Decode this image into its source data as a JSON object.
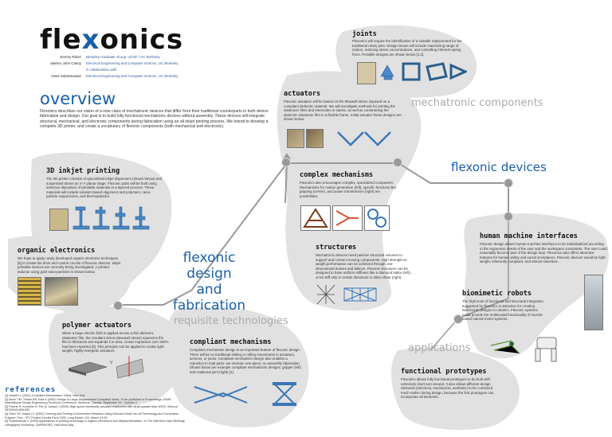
{
  "logo": {
    "before": "fle",
    "x": "x",
    "after": "onics"
  },
  "credits": [
    {
      "who": "Jeremy Ritzer",
      "aff": "Berkeley Graduate Group, UCSF / UC Berkeley"
    },
    {
      "who": "advisor John Canny",
      "aff": "Electrical Engineering and Computer Science, UC Berkeley"
    },
    {
      "who": "",
      "aff": "in collaboration with"
    },
    {
      "who": "Vivek Subramanian",
      "aff": "Electrical Engineering and Computer Science, UC Berkeley"
    }
  ],
  "overview": {
    "title": "overview",
    "text": "Flexonics describes our vision of a new class of mechatronic devices that differ from their traditional counterparts in both device fabrication and design. Our goal is to build fully functional mechatronic devices without assembly. These devices will integrate structural, mechanical, and electronic components during fabrication using an all inkjet printing process. We intend to develop a complete 3D printer, and create a vocabulary of flexonic components (both mechanical and electronic)."
  },
  "inkjet": {
    "title": "3D inkjet printing",
    "text": "The 3D printer consists of specialized inkjet dispensers (shown below) and suspended above an X-Y planar stage. Flexonic parts will be built using selective deposition of printable materials in a layered process. These materials will include solution-based oligomers and polymers, nano-particle suspensions, and thermoplastics."
  },
  "organic": {
    "title": "organic electronics",
    "text": "We hope to apply newly developed organic electronic techniques [5] to create the drive and control circuits of flexonic devices. Inkjet printable devices are currently being investigated. A printed inductor using gold nano-particles is shown below."
  },
  "design_fab": {
    "line1": "flexonic design",
    "line2": "and fabrication"
  },
  "requisite": "requisite technologies",
  "polymer": {
    "title": "polymer actuators",
    "text": "When a large electric field is applied across a thin dielectric elastomer film, the resultant stress (Maxwell stress) squeezes the film in thickness and expands it in area. Linear expansion over 200% has been reported [3]. This principle can be applied to create light-weight, highly-energetic actuators."
  },
  "compliant": {
    "title": "compliant mechanisms",
    "text": "Compliant mechanism design is an important feature of flexonic design. There will be no traditional sliding or rolling movements in actuators, sensors, or joints. Compliant mechanism design also enables a reduction in total parts: we envision one-piece, no assembly fabrication. Shown below are example compliant mechanisms designs: gripper (left) and rotational joint (right) [1]."
  },
  "joints": {
    "title": "joints",
    "text": "Flexonics will require the identification of a suitable replacement for the traditional rotary joint. Design issues will include maximizing range of motion, reducing stress concentrations, and controlling inherent spring force. Possible designs are shown below [1,2]."
  },
  "actuators": {
    "title": "actuators",
    "text": "Flexonic actuation will be based on the Maxwell stress imposed on a compliant dielectric material. We will investigate methods for printing the elastomer films and electrodes in stacks, as well as constraining the dielectric elastomer film in a flexible frame. Initial actuator frame designs are shown below."
  },
  "mechatronic": "mechatronic components",
  "complex": {
    "title": "complex mechanisms",
    "text": "Flexonics also encourages complex, specialized component. Mechanisms for motion generation (left), specific functions like gripping (center), and power transmission (right) are possibilities."
  },
  "structures": {
    "title": "structures",
    "text": "Mechatronic devices need passive structural volumes to support and connect moving components. High strength-to-weight performance can be achieved through one-dimensional trusses and lattices. Flexonic structures can be designed to have uniform stiffness like a diamond lattice (left), or be stiff only in certain directions to allow shear (right)."
  },
  "devices_title": "flexonic devices",
  "hmi": {
    "title": "human machine interfaces",
    "text": "Flexonic design allows human-machine interfaces to be individualized according to the ergonomic needs of the user and the workspace constraints. The user could essentially become part of the design loop. Flexonics also offers attractive features for human safety and social acceptance. Flexonic devices would be light-weight, inherently compliant, and almost noiseless."
  },
  "biomimetic": {
    "title": "biomimetic robots",
    "text": "The high level of functional and structural integration suggested by flexonics is attractive for creating biomimetic designs in robotics. Flexonic systems could provide the multimodal functionality of muscle-based natural motor systems."
  },
  "applications": "applications",
  "functional": {
    "title": "functional prototypes",
    "text": "Flexonics allows fully functional prototypes to be built with extremely short turn-around. It also allows different design elements (electrical, mechanical, aesthetic) to be combined much earlier during design, because the first prototypes can incorporate all elements."
  },
  "references": {
    "title": "references",
    "items": [
      "[1]  Howell LL (2001) Compliant Mechanisms. Wiley, New York",
      "[2]  Moon YM, Trease BP, Kota S (2002) Design of Large-Displacement Compliant Joints. To be published in Proceedings, ASME International Design Engineering Technical Conference. Montreal, Canada, September 29 - October 2",
      "[3]  Pelrine R, Kornbluh R, Pei Q, Joseph J (2000) High-speed electrically actuated elastomers with strain greater than 100%. Science 287(5454):836-839",
      "[4]  Sheh XS, Hayes CL (2002) Forming and Printing of Embedded Resistors Using Demand Mode Ink-Jet Technology and Conductive Polymer. Proc., IPC Printed Circuits Expo 2002, Long Beach, CA, March 24-28",
      "[5]  Subramanian V (2003) Applications of printing technology in organic electronics and display fabrication. In The Half Micro Bay Meetings Lithography Workshop, DARPA/SRC, Half Moon Bay"
    ]
  },
  "colors": {
    "accent": "#1a5fa8",
    "blob": "#e1e1e1",
    "node": "#999999"
  }
}
